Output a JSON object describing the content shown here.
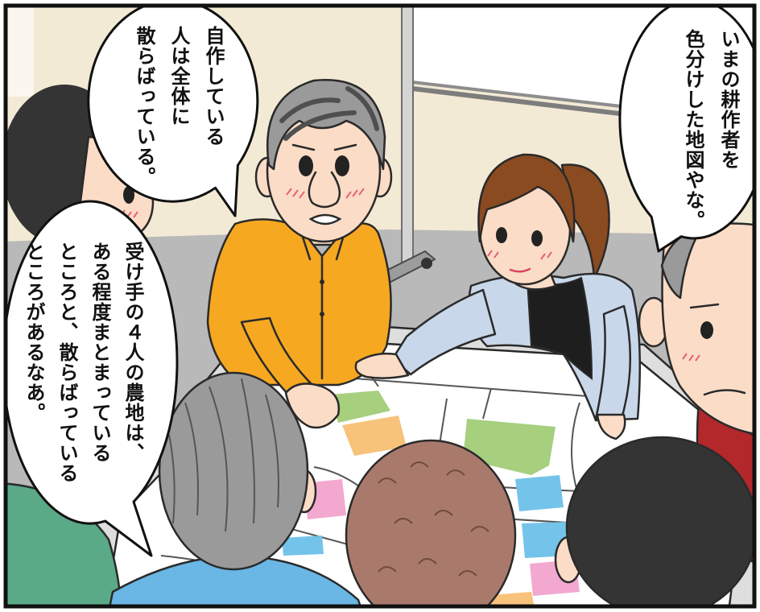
{
  "panel": {
    "bubbles": [
      {
        "lines": [
          "自作している",
          "人は全体に",
          "散らばっている。"
        ]
      },
      {
        "lines": [
          "いまの耕作者を",
          "色分けした地図やな。"
        ]
      },
      {
        "lines": [
          "受け手の４人の農地は、",
          "ある程度まとまっている",
          "ところと、散らばっている",
          "ところがあるなあ。"
        ]
      }
    ]
  },
  "palette": {
    "frame": "#111111",
    "wall": "#f3ead5",
    "floor": "#b9b9b9",
    "skin": "#fbdcc6",
    "shirt-orange": "#f6a821",
    "jacket-blue": "#c9d7ea",
    "shirt-red": "#b3282a",
    "shirt-green": "#5aa987",
    "shirt-blue": "#6ab6e4",
    "hair-gray": "#9a9a9a",
    "hair-black": "#343434",
    "hair-brown": "#8a4b20",
    "hair-mauve": "#a97a6c",
    "map-green": "#a6cf7e",
    "map-orange": "#f7c27a",
    "map-pink": "#f2a8cf",
    "map-blue": "#74c3ea"
  }
}
